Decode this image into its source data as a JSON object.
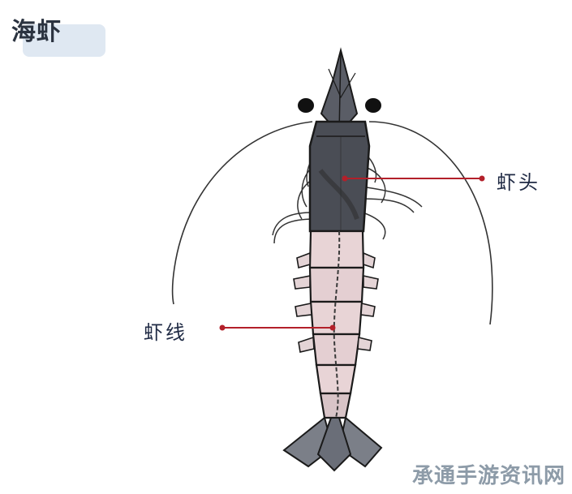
{
  "title": "海虾",
  "labels": {
    "head": "虾头",
    "vein": "虾线"
  },
  "watermark": "承通手游资讯网",
  "colors": {
    "title_bg": "#dfe8f2",
    "head_shell": "#4a4d55",
    "body_shell": "#e8d4d6",
    "pointer": "#b3202a",
    "outline": "#1a1a1a"
  }
}
